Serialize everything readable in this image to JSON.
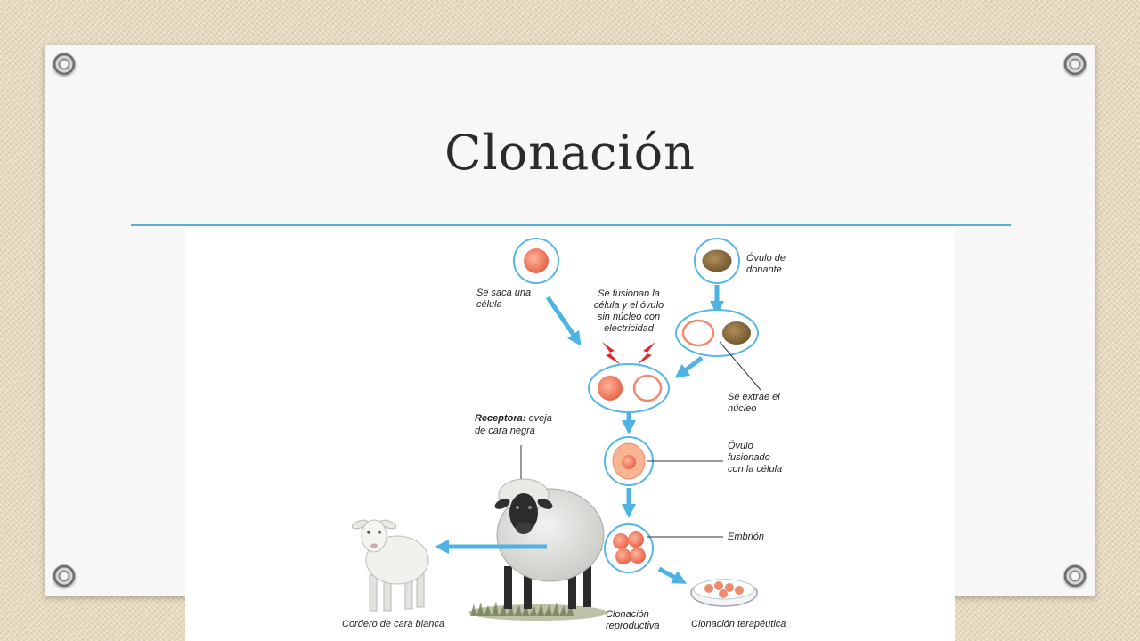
{
  "slide": {
    "title": "Clonación"
  },
  "diagram": {
    "labels": {
      "saca_celula": [
        "Se saca una",
        "célula"
      ],
      "ovulo_donante": [
        "Óvulo de",
        "donante"
      ],
      "fusionan": [
        "Se fusionan la",
        "célula y el óvulo",
        "sin núcleo con",
        "electricidad"
      ],
      "extrae_nucleo": [
        "Se extrae el",
        "núcleo"
      ],
      "receptora_bold": "Receptora:",
      "receptora_rest": " oveja",
      "receptora_line2": "de cara negra",
      "ovulo_fusionado": [
        "Óvulo",
        "fusionado",
        "con la célula"
      ],
      "embrion": "Embrión",
      "cordero": "Cordero de cara blanca",
      "clon_reproductiva": [
        "Clonación",
        "reproductiva"
      ],
      "clon_terapeutica": "Clonación terapéutica"
    },
    "colors": {
      "arrow": "#4db3e2",
      "cell_outline": "#56b6e6",
      "nucleus": "#f08a6d",
      "donor_egg": "#8a6a3a",
      "lightning": "#e0252a"
    }
  }
}
